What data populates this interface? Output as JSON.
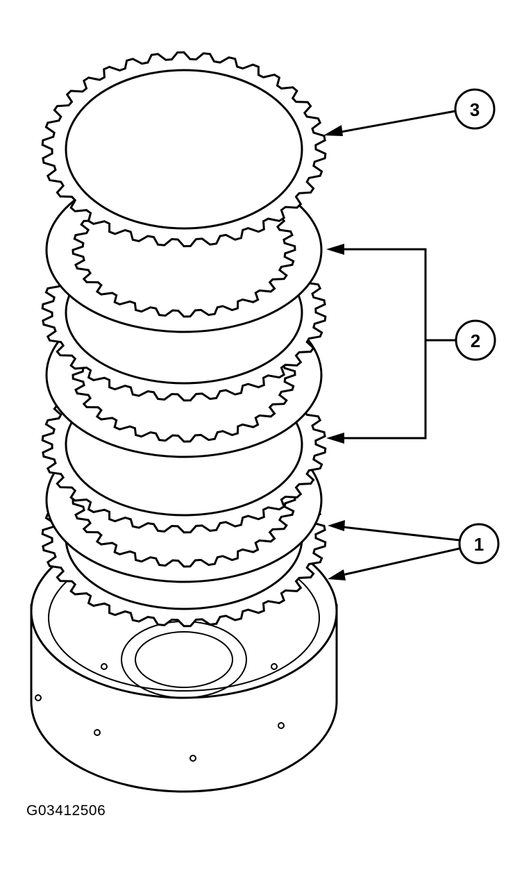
{
  "figure_id": "G03412506",
  "callouts": [
    {
      "number": "1"
    },
    {
      "number": "2"
    },
    {
      "number": "3"
    }
  ],
  "colors": {
    "line": "#000000",
    "background": "#ffffff"
  }
}
